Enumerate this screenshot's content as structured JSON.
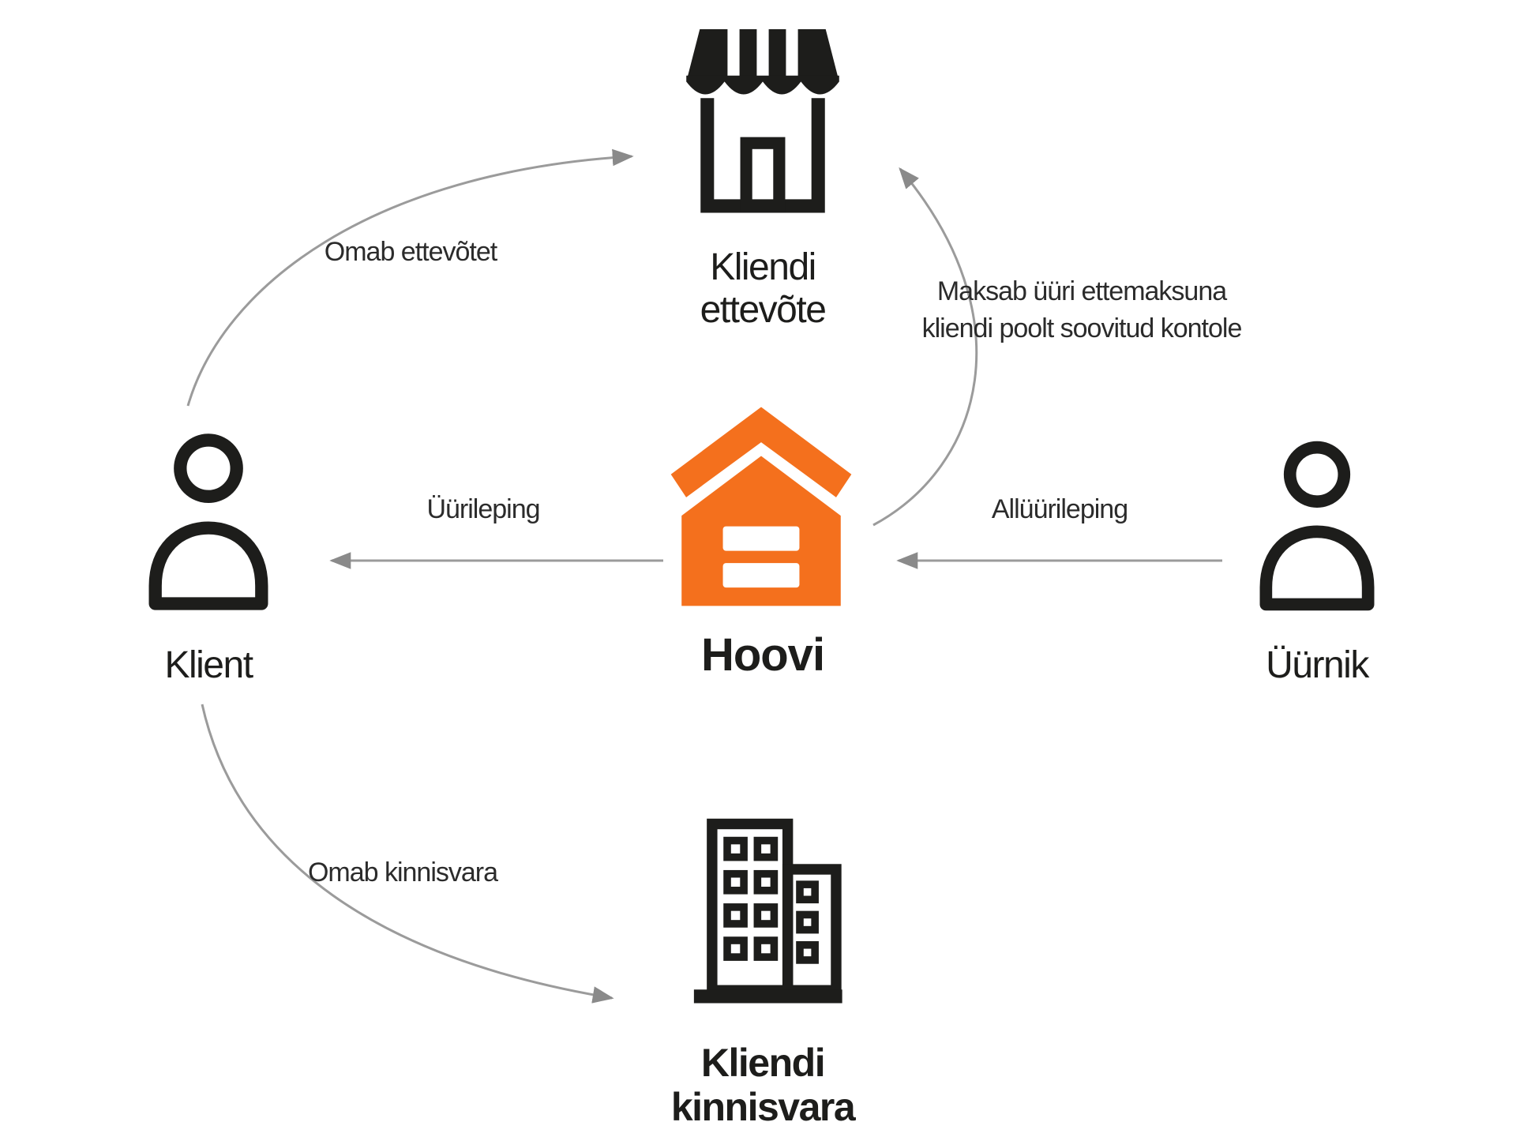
{
  "diagram_title": "Hoovi relationship diagram",
  "colors": {
    "accent": "#f4701d",
    "icon": "#1d1d1b",
    "arrow": "#9b9b9b",
    "arrowhead": "#8a8a8a",
    "text": "#1d1d1b"
  },
  "nodes": {
    "client_company": {
      "line1": "Kliendi",
      "line2": "ettevõte",
      "icon": "storefront-icon"
    },
    "hoovi": {
      "label": "Hoovi",
      "icon": "house-icon"
    },
    "client": {
      "label": "Klient",
      "icon": "person-icon"
    },
    "tenant": {
      "label": "Üürnik",
      "icon": "person-icon"
    },
    "client_property": {
      "line1": "Kliendi",
      "line2": "kinnisvara",
      "icon": "building-icon"
    }
  },
  "edges": {
    "owns_company": {
      "label": "Omab ettevõtet",
      "from": "client",
      "to": "client_company"
    },
    "lease": {
      "label": "Üürileping",
      "from": "hoovi",
      "to": "client"
    },
    "sublease": {
      "label": "Allüürileping",
      "from": "tenant",
      "to": "hoovi"
    },
    "pays_rent": {
      "line1": "Maksab üüri ettemaksuna",
      "line2": "kliendi poolt soovitud kontole",
      "from": "hoovi",
      "to": "client_company"
    },
    "owns_property": {
      "label": "Omab kinnisvara",
      "from": "client",
      "to": "client_property"
    }
  }
}
